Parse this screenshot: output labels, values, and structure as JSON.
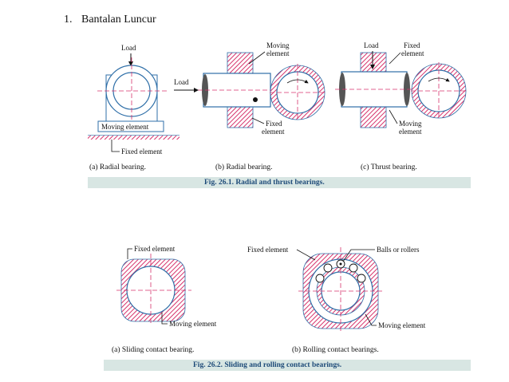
{
  "heading": {
    "number": "1.",
    "title": "Bantalan Luncur"
  },
  "fig1": {
    "a": {
      "load": "Load",
      "moving": "Moving element",
      "fixed": "Fixed element",
      "caption": "(a) Radial bearing."
    },
    "b": {
      "load": "Load",
      "moving1": "Moving",
      "moving2": "element",
      "fixed1": "Fixed",
      "fixed2": "element",
      "caption": "(b) Radial bearing."
    },
    "c": {
      "load": "Load",
      "fixed1": "Fixed",
      "fixed2": "element",
      "moving1": "Moving",
      "moving2": "element",
      "caption": "(c) Thrust bearing."
    },
    "caption": "Fig. 26.1. Radial and thrust bearings."
  },
  "fig2": {
    "a": {
      "fixed": "Fixed element",
      "moving": "Moving element",
      "caption": "(a) Sliding contact bearing."
    },
    "b": {
      "fixed": "Fixed element",
      "balls": "Balls or rollers",
      "moving": "Moving element",
      "caption": "(b) Rolling contact bearings."
    },
    "caption": "Fig. 26.2. Sliding and rolling contact bearings."
  },
  "colors": {
    "hatch": "#d6336c",
    "outline": "#2f6fa8",
    "caption_bg": "#d8e6e3",
    "caption_text": "#1d4a78"
  }
}
